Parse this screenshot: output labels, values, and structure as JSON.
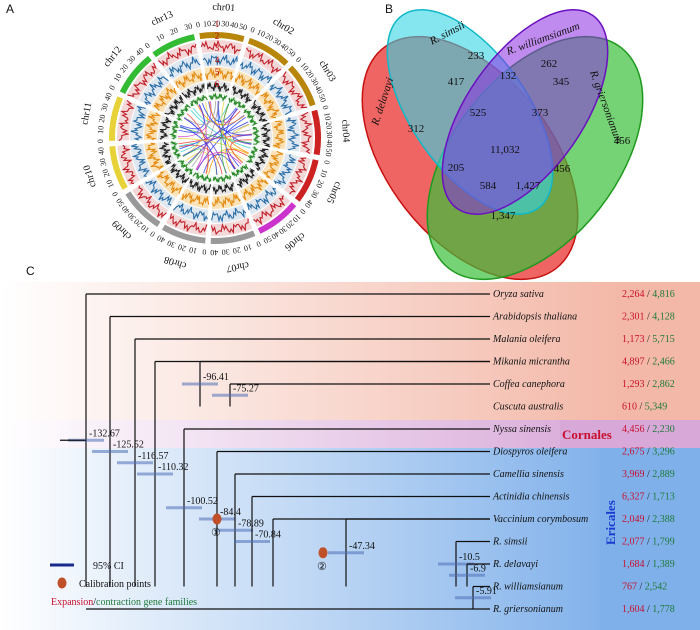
{
  "panels": {
    "a": "A",
    "b": "B",
    "c": "C"
  },
  "circos": {
    "chromosomes": [
      {
        "name": "chr01",
        "color": "#b8860b",
        "ticks": [
          "0",
          "10",
          "20",
          "30",
          "40",
          "50"
        ]
      },
      {
        "name": "chr02",
        "color": "#b8860b",
        "ticks": [
          "0",
          "10",
          "20",
          "30",
          "40",
          "50"
        ]
      },
      {
        "name": "chr03",
        "color": "#b8860b",
        "ticks": [
          "0",
          "10",
          "20",
          "30",
          "40",
          "50"
        ]
      },
      {
        "name": "chr04",
        "color": "#cc2222",
        "ticks": [
          "0",
          "10",
          "20",
          "30",
          "40",
          "50"
        ]
      },
      {
        "name": "chr05",
        "color": "#cc2222",
        "ticks": [
          "0",
          "10",
          "20",
          "30",
          "40"
        ]
      },
      {
        "name": "chr06",
        "color": "#cc33cc",
        "ticks": [
          "0",
          "10",
          "20",
          "30",
          "40",
          "50"
        ]
      },
      {
        "name": "chr07",
        "color": "#999999",
        "ticks": [
          "0",
          "10",
          "20",
          "30",
          "40"
        ]
      },
      {
        "name": "chr08",
        "color": "#999999",
        "ticks": [
          "0",
          "10",
          "20",
          "30",
          "40"
        ]
      },
      {
        "name": "chr09",
        "color": "#999999",
        "ticks": [
          "0",
          "10",
          "20",
          "30",
          "40",
          "50"
        ]
      },
      {
        "name": "chr10",
        "color": "#e8d23a",
        "ticks": [
          "0",
          "10",
          "20",
          "30",
          "40"
        ]
      },
      {
        "name": "chr11",
        "color": "#e8d23a",
        "ticks": [
          "0",
          "10",
          "20",
          "30",
          "40"
        ]
      },
      {
        "name": "chr12",
        "color": "#33bb33",
        "ticks": [
          "0",
          "10",
          "20",
          "30",
          "40"
        ]
      },
      {
        "name": "chr13",
        "color": "#33bb33",
        "ticks": [
          "0",
          "10",
          "20",
          "30"
        ]
      }
    ],
    "track_numbers": [
      "1",
      "2",
      "3",
      "4",
      "5",
      "6"
    ]
  },
  "venn": {
    "sets": [
      {
        "name": "R. delavayi",
        "color": "#e8312f"
      },
      {
        "name": "R. simsii",
        "color": "#33d6e6"
      },
      {
        "name": "R. williamsianum",
        "color": "#8b2be2"
      },
      {
        "name": "R. griersonianum",
        "color": "#3bbf3b"
      }
    ],
    "regions": [
      "312",
      "233",
      "262",
      "456",
      "417",
      "132",
      "345",
      "525",
      "373",
      "11,032",
      "205",
      "456",
      "584",
      "1,427",
      "1,347"
    ]
  },
  "tree": {
    "species": [
      {
        "name": "Oryza sativa",
        "exp": "2,264",
        "con": "4,816"
      },
      {
        "name": "Arabidopsis thaliana",
        "exp": "2,301",
        "con": "4,128"
      },
      {
        "name": "Malania oleifera",
        "exp": "1,173",
        "con": "5,715"
      },
      {
        "name": "Mikania micrantha",
        "exp": "4,897",
        "con": "2,466"
      },
      {
        "name": "Coffea canephora",
        "exp": "1,293",
        "con": "2,862"
      },
      {
        "name": "Cuscuta australis",
        "exp": "610",
        "con": "5,349"
      },
      {
        "name": "Nyssa sinensis",
        "exp": "4,456",
        "con": "2,230"
      },
      {
        "name": "Diospyros oleifera",
        "exp": "2,675",
        "con": "3,296"
      },
      {
        "name": "Camellia sinensis",
        "exp": "3,969",
        "con": "2,889"
      },
      {
        "name": "Actinidia chinensis",
        "exp": "6,327",
        "con": "1,713"
      },
      {
        "name": "Vaccinium corymbosum",
        "exp": "2,049",
        "con": "2,388"
      },
      {
        "name": "R. simsii",
        "exp": "2,077",
        "con": "1,799"
      },
      {
        "name": "R. delavayi",
        "exp": "1,684",
        "con": "1,389"
      },
      {
        "name": "R. williamsianum",
        "exp": "767",
        "con": "2,542"
      },
      {
        "name": "R. griersonianum",
        "exp": "1,604",
        "con": "1,778"
      }
    ],
    "node_ages": [
      "-132.67",
      "-125.52",
      "-116.57",
      "-110.32",
      "-96.41",
      "-75.27",
      "-100.52",
      "-84.4",
      "-78.89",
      "-70.84",
      "-47.34",
      "-10.5",
      "-6.9",
      "-5.91"
    ],
    "calibration_marks": [
      "①",
      "②"
    ],
    "clades": {
      "cornales": "Cornales",
      "ericales": "Ericales"
    },
    "legend": {
      "ci": "95% CI",
      "calibration": "Calibration points",
      "expansion": "Expansion",
      "slash": "/",
      "contraction_suffix": "contraction gene families"
    },
    "colors": {
      "expansion": "#c8102e",
      "contraction": "#1f7a3a",
      "ci_bar": "#1a2a8a",
      "calib": "#c0502a",
      "cornales_text": "#c8102e",
      "ericales_text": "#1a3ad0"
    }
  }
}
